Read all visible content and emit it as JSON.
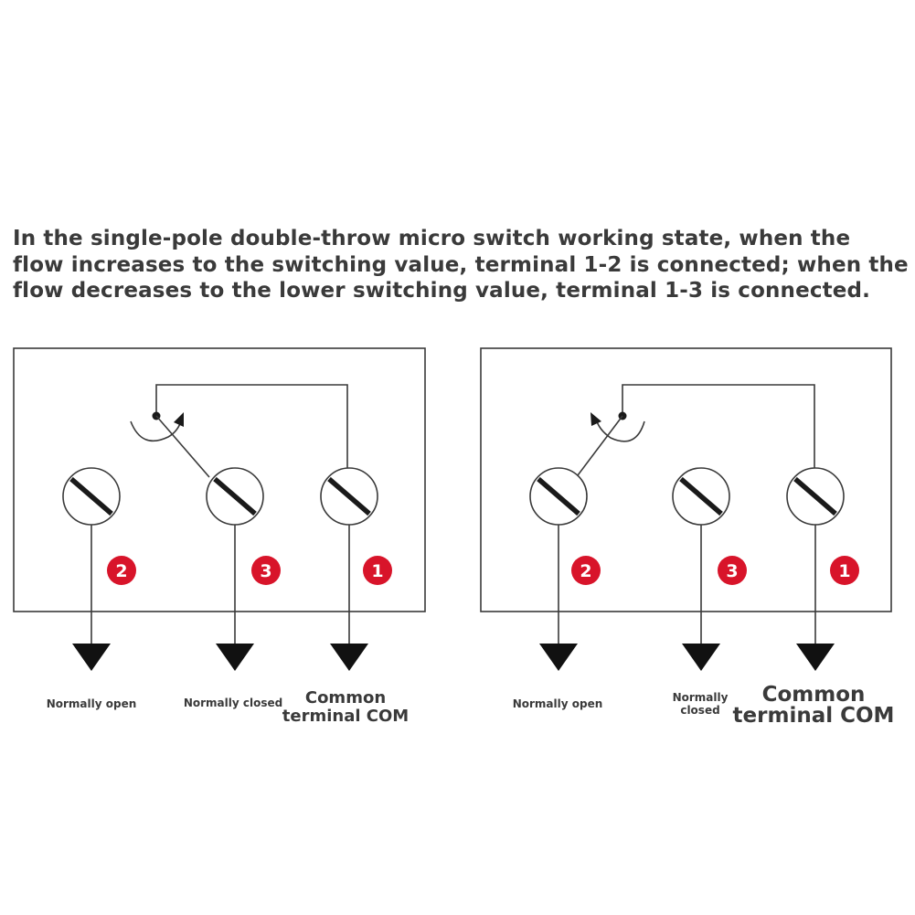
{
  "caption": {
    "line1": "In the single-pole double-throw micro switch working state, when the",
    "line2": "flow increases to the switching value, terminal 1-2 is connected; when the",
    "line3": "flow decreases to the lower switching value, terminal 1-3 is connected."
  },
  "colors": {
    "badge": "#d8142a",
    "line": "#3a3a3a",
    "background": "#ffffff"
  },
  "left_panel": {
    "terminal_numbers": [
      "2",
      "3",
      "1"
    ],
    "labels": {
      "normally_open": "Normally open",
      "normally_closed": "Normally closed",
      "common_line1": "Common",
      "common_line2": "terminal COM"
    }
  },
  "right_panel": {
    "terminal_numbers": [
      "2",
      "3",
      "1"
    ],
    "labels": {
      "normally_open": "Normally open",
      "normally_closed_line1": "Normally",
      "normally_closed_line2": "closed",
      "common_line1": "Common",
      "common_line2": "terminal COM"
    }
  }
}
